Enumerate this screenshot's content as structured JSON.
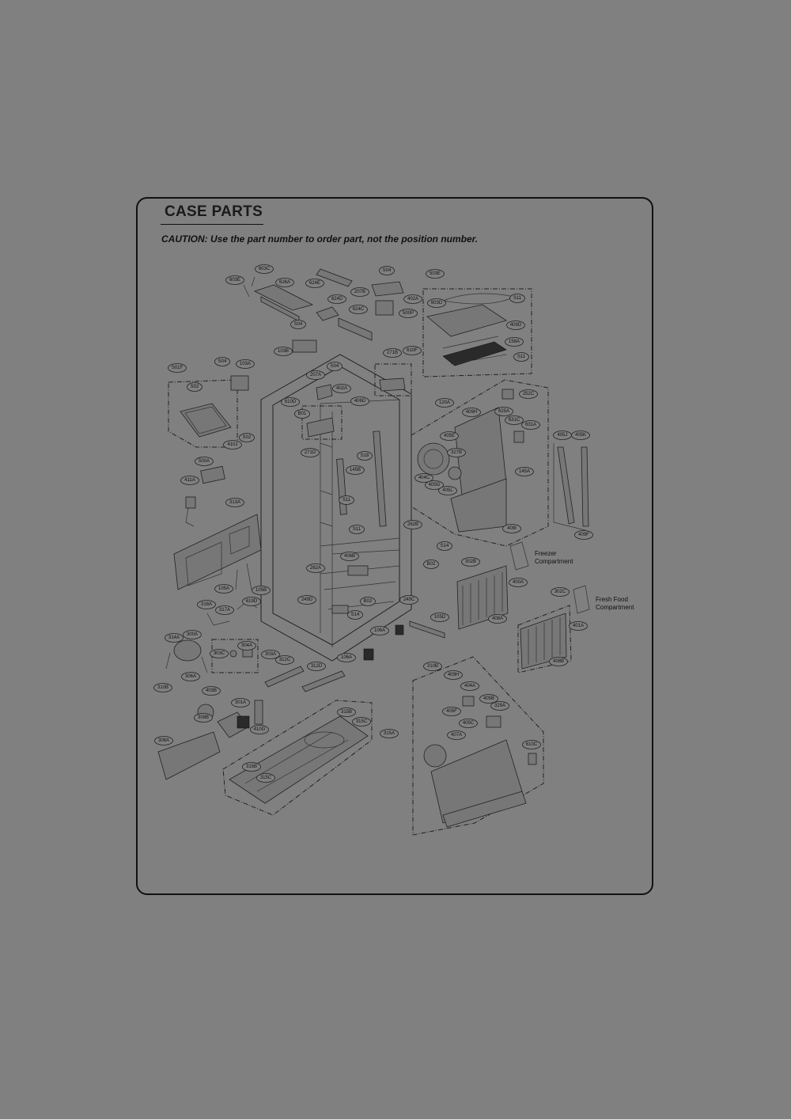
{
  "header": {
    "title": "CASE PARTS",
    "caution": "CAUTION: Use the part number to order part, not the position number."
  },
  "annotations": {
    "freezer": [
      "Freezer",
      "Compartment"
    ],
    "fresh_food": [
      "Fresh Food",
      "Compartment"
    ]
  },
  "part_labels": [
    "603E",
    "603C",
    "626A",
    "624E",
    "S04",
    "503E",
    "207B",
    "402A",
    "624D",
    "624C",
    "500P",
    "603D",
    "S11",
    "409D",
    "S04",
    "103B",
    "271B",
    "610F",
    "158A",
    "S11",
    "S01F",
    "S04",
    "103A",
    "S04",
    "207A",
    "402A",
    "610D",
    "B01",
    "406D",
    "S02",
    "120A",
    "409H",
    "625A",
    "252C",
    "631C",
    "631A",
    "410J",
    "S02",
    "271D",
    "S18",
    "405E",
    "405J",
    "405K",
    "500A",
    "145B",
    "327B",
    "404C",
    "145A",
    "411A",
    "405G",
    "405L",
    "313A",
    "S11",
    "S11",
    "409I",
    "262B",
    "409F",
    "S14",
    "Freezer",
    "302B",
    "262A",
    "406B",
    "B02",
    "105A",
    "105B",
    "400A",
    "318A",
    "317A",
    "619D",
    "249D",
    "B02",
    "249C",
    "302C",
    "S14",
    "105D",
    "401A",
    "314A",
    "300A",
    "304A",
    "303C",
    "303A",
    "106A",
    "408A",
    "312C",
    "312D",
    "106A",
    "408B",
    "306A",
    "310B",
    "310B",
    "409H",
    "404A",
    "403B",
    "301A",
    "405B",
    "329A",
    "308B",
    "405F",
    "405C",
    "315B",
    "315C",
    "410G",
    "315A",
    "407A",
    "610C",
    "308A",
    "315B",
    "315C"
  ]
}
